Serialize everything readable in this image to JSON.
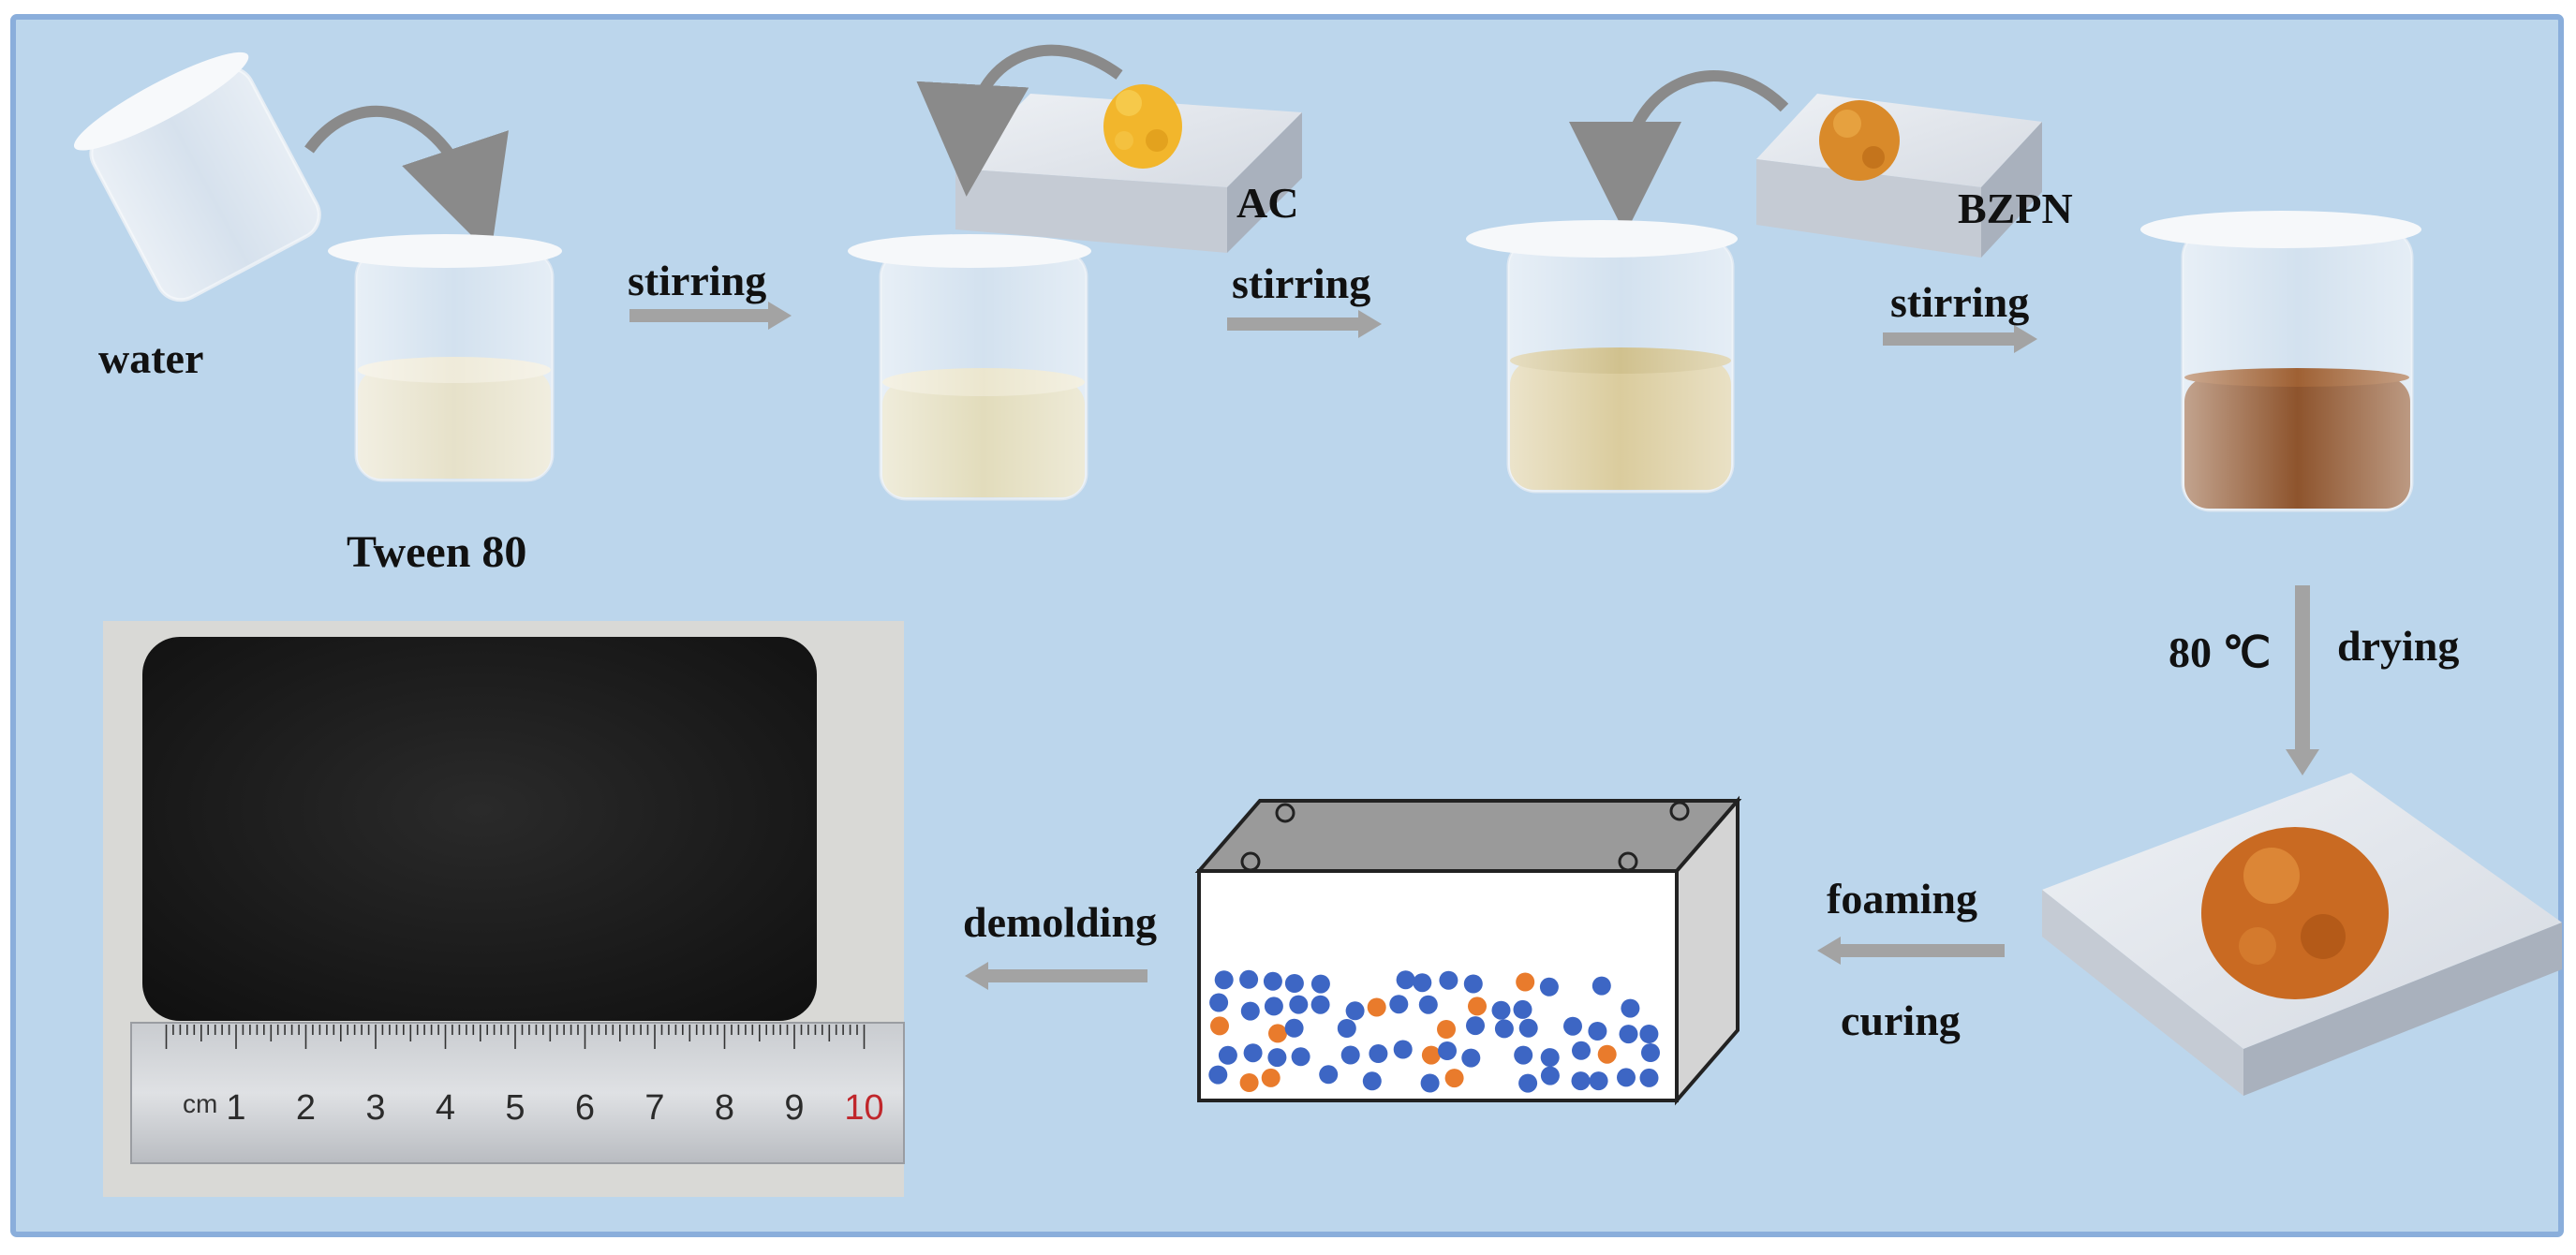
{
  "labels": {
    "water": "water",
    "tween": "Tween 80",
    "ac": "AC",
    "bzpn": "BZPN",
    "stirring_1": "stirring",
    "stirring_2": "stirring",
    "stirring_3": "stirring",
    "temperature": "80 ℃",
    "drying": "drying",
    "foaming": "foaming",
    "curing": "curing",
    "demolding": "demolding"
  },
  "ruler": {
    "unit": "cm",
    "numbers": [
      "1",
      "2",
      "3",
      "4",
      "5",
      "6",
      "7",
      "8",
      "9",
      "10"
    ]
  },
  "colors": {
    "background": "#bcd6ec",
    "border": "#8aaedb",
    "arrow": "#a3a3a3",
    "liquid_light": "#e2dcc0",
    "liquid_mid": "#d4c38c",
    "liquid_dark": "#7a3608",
    "powder_yellow": "#f2b62c",
    "powder_orange": "#d9892e",
    "particle_blue": "#3d66c4",
    "particle_orange": "#e97b2c",
    "foam": "#1c1c1c"
  }
}
